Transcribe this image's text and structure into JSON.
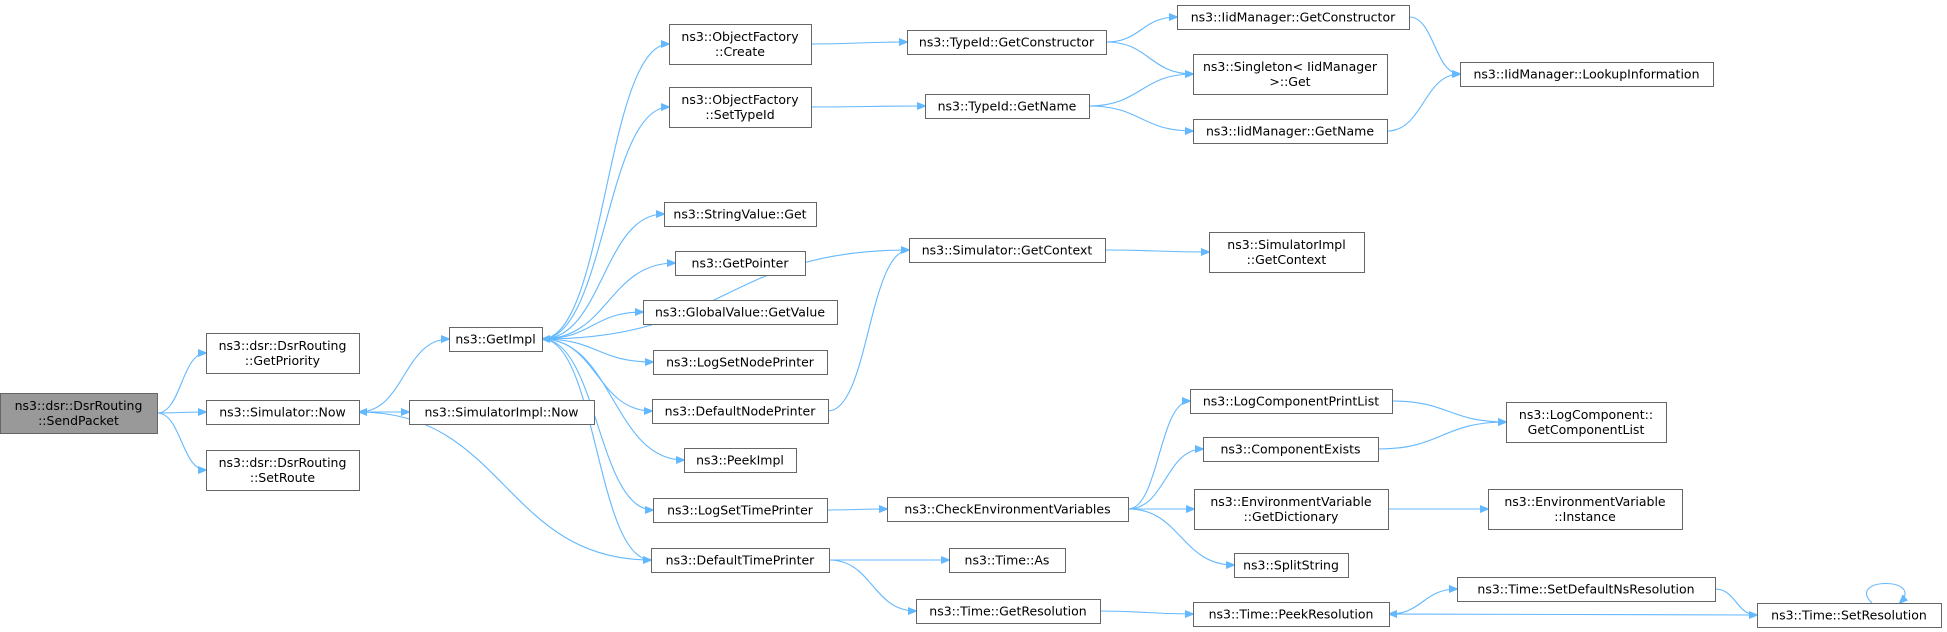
{
  "diagram": {
    "type": "call-graph",
    "colors": {
      "edge": "#63b8ff",
      "node_border": "#666666",
      "root_fill": "#999999",
      "node_fill": "#ffffff"
    },
    "nodes": [
      {
        "id": "send_packet",
        "lines": [
          "ns3::dsr::DsrRouting",
          "::SendPacket"
        ],
        "root": true
      },
      {
        "id": "get_priority",
        "lines": [
          "ns3::dsr::DsrRouting",
          "::GetPriority"
        ]
      },
      {
        "id": "sim_now",
        "lines": [
          "ns3::Simulator::Now"
        ]
      },
      {
        "id": "set_route",
        "lines": [
          "ns3::dsr::DsrRouting",
          "::SetRoute"
        ]
      },
      {
        "id": "get_impl",
        "lines": [
          "ns3::GetImpl"
        ]
      },
      {
        "id": "simimpl_now",
        "lines": [
          "ns3::SimulatorImpl::Now"
        ]
      },
      {
        "id": "of_create",
        "lines": [
          "ns3::ObjectFactory",
          "::Create"
        ]
      },
      {
        "id": "of_settypeid",
        "lines": [
          "ns3::ObjectFactory",
          "::SetTypeId"
        ]
      },
      {
        "id": "stringvalue_get",
        "lines": [
          "ns3::StringValue::Get"
        ]
      },
      {
        "id": "getpointer",
        "lines": [
          "ns3::GetPointer"
        ]
      },
      {
        "id": "gv_getvalue",
        "lines": [
          "ns3::GlobalValue::GetValue"
        ]
      },
      {
        "id": "logsetnodeprinter",
        "lines": [
          "ns3::LogSetNodePrinter"
        ]
      },
      {
        "id": "defaultnodeprinter",
        "lines": [
          "ns3::DefaultNodePrinter"
        ]
      },
      {
        "id": "peekimpl",
        "lines": [
          "ns3::PeekImpl"
        ]
      },
      {
        "id": "logsettimeprinter",
        "lines": [
          "ns3::LogSetTimePrinter"
        ]
      },
      {
        "id": "defaulttimeprinter",
        "lines": [
          "ns3::DefaultTimePrinter"
        ]
      },
      {
        "id": "typeid_getconstructor",
        "lines": [
          "ns3::TypeId::GetConstructor"
        ]
      },
      {
        "id": "typeid_getname",
        "lines": [
          "ns3::TypeId::GetName"
        ]
      },
      {
        "id": "sim_getcontext",
        "lines": [
          "ns3::Simulator::GetContext"
        ]
      },
      {
        "id": "checkenv",
        "lines": [
          "ns3::CheckEnvironmentVariables"
        ]
      },
      {
        "id": "time_as",
        "lines": [
          "ns3::Time::As"
        ]
      },
      {
        "id": "time_getresolution",
        "lines": [
          "ns3::Time::GetResolution"
        ]
      },
      {
        "id": "iid_getconstructor",
        "lines": [
          "ns3::IidManager::GetConstructor"
        ]
      },
      {
        "id": "singleton_get",
        "lines": [
          "ns3::Singleton< IidManager",
          ">::Get"
        ]
      },
      {
        "id": "iid_getname",
        "lines": [
          "ns3::IidManager::GetName"
        ]
      },
      {
        "id": "simimpl_getcontext",
        "lines": [
          "ns3::SimulatorImpl",
          "::GetContext"
        ]
      },
      {
        "id": "logcompprintlist",
        "lines": [
          "ns3::LogComponentPrintList"
        ]
      },
      {
        "id": "componentexists",
        "lines": [
          "ns3::ComponentExists"
        ]
      },
      {
        "id": "envvar_getdict",
        "lines": [
          "ns3::EnvironmentVariable",
          "::GetDictionary"
        ]
      },
      {
        "id": "splitstring",
        "lines": [
          "ns3::SplitString"
        ]
      },
      {
        "id": "time_peekresolution",
        "lines": [
          "ns3::Time::PeekResolution"
        ]
      },
      {
        "id": "iid_lookupinfo",
        "lines": [
          "ns3::IidManager::LookupInformation"
        ]
      },
      {
        "id": "logcomp_getlist",
        "lines": [
          "ns3::LogComponent::",
          "GetComponentList"
        ]
      },
      {
        "id": "envvar_instance",
        "lines": [
          "ns3::EnvironmentVariable",
          "::Instance"
        ]
      },
      {
        "id": "time_setdefaultns",
        "lines": [
          "ns3::Time::SetDefaultNsResolution"
        ]
      },
      {
        "id": "time_setresolution",
        "lines": [
          "ns3::Time::SetResolution"
        ]
      }
    ],
    "edges": [
      [
        "send_packet",
        "get_priority"
      ],
      [
        "send_packet",
        "sim_now"
      ],
      [
        "send_packet",
        "set_route"
      ],
      [
        "sim_now",
        "get_impl"
      ],
      [
        "sim_now",
        "simimpl_now"
      ],
      [
        "get_impl",
        "of_create"
      ],
      [
        "get_impl",
        "of_settypeid"
      ],
      [
        "get_impl",
        "stringvalue_get"
      ],
      [
        "get_impl",
        "getpointer"
      ],
      [
        "get_impl",
        "gv_getvalue"
      ],
      [
        "get_impl",
        "logsetnodeprinter"
      ],
      [
        "get_impl",
        "defaultnodeprinter"
      ],
      [
        "get_impl",
        "peekimpl"
      ],
      [
        "get_impl",
        "logsettimeprinter"
      ],
      [
        "get_impl",
        "defaulttimeprinter"
      ],
      [
        "sim_getcontext",
        "get_impl"
      ],
      [
        "defaulttimeprinter",
        "sim_now"
      ],
      [
        "of_create",
        "typeid_getconstructor"
      ],
      [
        "of_settypeid",
        "typeid_getname"
      ],
      [
        "defaultnodeprinter",
        "sim_getcontext"
      ],
      [
        "sim_getcontext",
        "simimpl_getcontext"
      ],
      [
        "logsettimeprinter",
        "checkenv"
      ],
      [
        "defaulttimeprinter",
        "time_as"
      ],
      [
        "defaulttimeprinter",
        "time_getresolution"
      ],
      [
        "typeid_getconstructor",
        "iid_getconstructor"
      ],
      [
        "typeid_getconstructor",
        "singleton_get"
      ],
      [
        "typeid_getname",
        "singleton_get"
      ],
      [
        "typeid_getname",
        "iid_getname"
      ],
      [
        "iid_getconstructor",
        "iid_lookupinfo"
      ],
      [
        "iid_getname",
        "iid_lookupinfo"
      ],
      [
        "checkenv",
        "logcompprintlist"
      ],
      [
        "checkenv",
        "componentexists"
      ],
      [
        "checkenv",
        "envvar_getdict"
      ],
      [
        "checkenv",
        "splitstring"
      ],
      [
        "logcompprintlist",
        "logcomp_getlist"
      ],
      [
        "componentexists",
        "logcomp_getlist"
      ],
      [
        "envvar_getdict",
        "envvar_instance"
      ],
      [
        "time_getresolution",
        "time_peekresolution"
      ],
      [
        "time_peekresolution",
        "time_setdefaultns"
      ],
      [
        "time_setdefaultns",
        "time_setresolution"
      ],
      [
        "time_setresolution",
        "time_peekresolution"
      ],
      [
        "time_setresolution",
        "time_setresolution"
      ]
    ]
  }
}
